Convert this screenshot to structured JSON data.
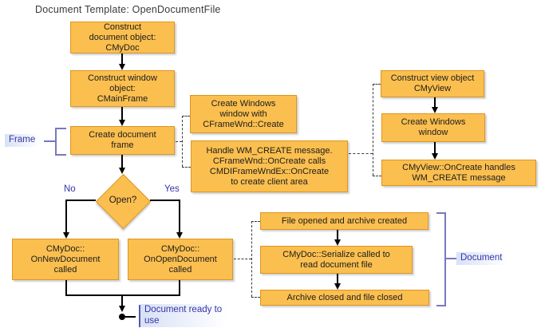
{
  "title": "Document Template: OpenDocumentFile",
  "colors": {
    "box_fill": "#FBBF4F",
    "box_border": "#DD9522",
    "line_black": "#000000",
    "label_blue": "#3434A8",
    "bracket_blue": "#7878BE",
    "label_bg_blue": "#D7E1F6"
  },
  "flowchart": {
    "main": {
      "construct_doc": "Construct\ndocument object:\nCMyDoc",
      "construct_window": "Construct window\nobject:\nCMainFrame",
      "create_frame": "Create document\nframe",
      "decision": "Open?",
      "no_label": "No",
      "yes_label": "Yes",
      "on_new": "CMyDoc::\nOnNewDocument\ncalled",
      "on_open": "CMyDoc::\nOnOpenDocument\ncalled"
    },
    "frame_callouts": {
      "create_win_frame": "Create Windows\nwindow with\nCFrameWnd::Create",
      "handle_wm_create": "Handle WM_CREATE message.\nCFrameWnd::OnCreate calls\nCMDIFrameWndEx::OnCreate\nto create client area"
    },
    "view_flow": {
      "construct_view": "Construct view object\nCMyView",
      "create_win": "Create Windows\nwindow",
      "view_oncreate": "CMyView::OnCreate handles\nWM_CREATE message"
    },
    "document_flow": {
      "file_opened": "File opened and archive created",
      "serialize": "CMyDoc::Serialize called to\nread document file",
      "archive_closed": "Archive closed and file closed"
    },
    "labels": {
      "frame": "Frame",
      "document": "Document",
      "ready": "Document ready to\nuse"
    }
  }
}
